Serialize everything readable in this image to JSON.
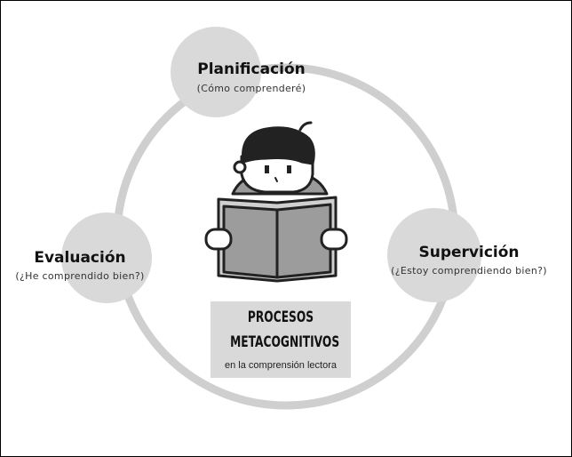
{
  "diagram": {
    "nodes": [
      {
        "id": "planificacion",
        "title": "Planificación",
        "subtitle": "(Cómo comprenderé)"
      },
      {
        "id": "supervicion",
        "title": "Supervición",
        "subtitle": "(¿Estoy comprendiendo bien?)"
      },
      {
        "id": "evaluacion",
        "title": "Evaluación",
        "subtitle": "(¿He comprendido bien?)"
      }
    ],
    "center": {
      "title_line1": "PROCESOS",
      "title_line2": "METACOGNITIVOS",
      "subtitle": "en la comprensión lectora"
    },
    "colors": {
      "ring": "#c8c8c8",
      "node_fill": "#d9d9d9",
      "ink": "#222222",
      "center_box": "#d9d9d9"
    },
    "icons": [
      "reader-with-book-icon"
    ]
  }
}
